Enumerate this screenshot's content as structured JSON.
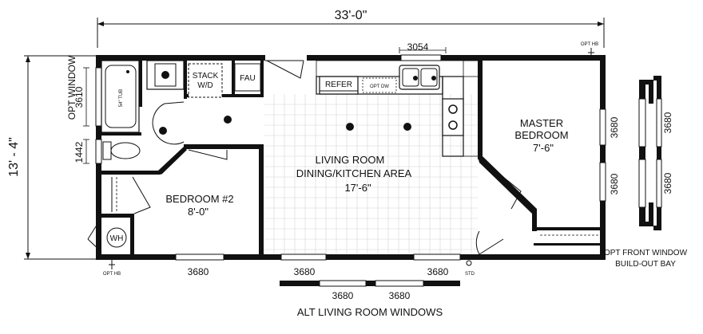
{
  "dimensions": {
    "overall_width": "33'-0\"",
    "overall_depth": "13' - 4\""
  },
  "rooms": {
    "living": {
      "line1": "LIVING ROOM",
      "line2": "DINING/KITCHEN AREA",
      "size": "17'-6\""
    },
    "master": {
      "line1": "MASTER",
      "line2": "BEDROOM",
      "size": "7'-6\""
    },
    "bedroom2": {
      "line1": "BEDROOM #2",
      "size": "8'-0\""
    }
  },
  "fixtures": {
    "tub": "54\" TUB",
    "stack": "STACK",
    "wd": "W/D",
    "fau": "FAU",
    "refer": "REFER",
    "opt_dw": "OPT DW",
    "wh": "WH"
  },
  "windows": {
    "top": "3054",
    "opt_window": "OPT WINDOW",
    "opt_window_size": "3610",
    "bath_window": "1442",
    "master_upper": "3680",
    "master_lower": "3680",
    "bottom_left": "3680",
    "bottom_mid": "3680",
    "bottom_right": "3680",
    "alt_left": "3680",
    "alt_right": "3680",
    "bay_upper": "3680",
    "bay_lower": "3680"
  },
  "notes": {
    "opt_hb": "OPT HB",
    "std": "STD",
    "alt_living": "ALT LIVING ROOM WINDOWS",
    "bay_line1": "OPT FRONT WINDOW",
    "bay_line2": "BUILD-OUT BAY"
  }
}
